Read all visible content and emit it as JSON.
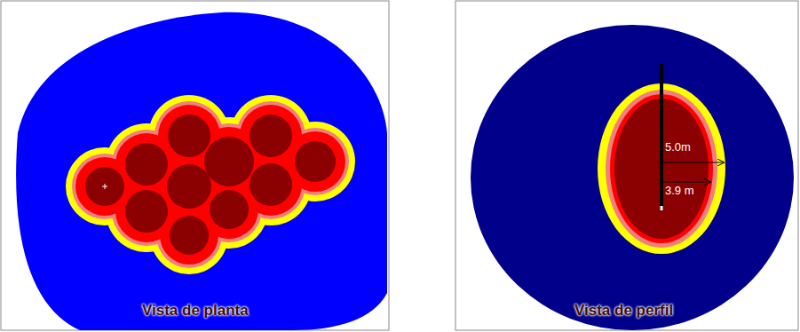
{
  "diagram": {
    "labels": [
      "Vista de planta",
      "Vista de perfil",
      "5.0m",
      "3.9 m"
    ]
  }
}
